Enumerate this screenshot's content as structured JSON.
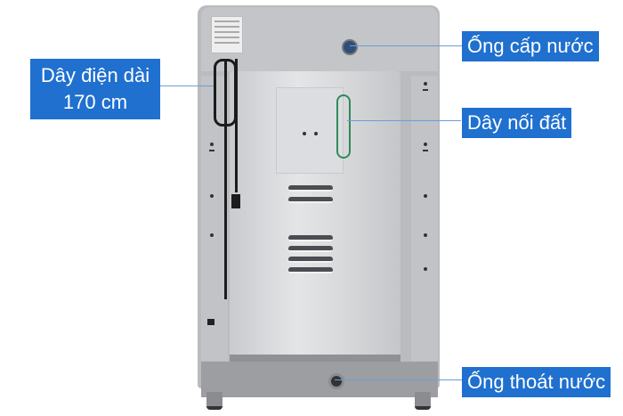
{
  "image": {
    "subject": "Rear view of top-load washing machine with callouts",
    "colors": {
      "label_bg": "#1f70cf",
      "label_text": "#ffffff",
      "leader_line": "#6a9fd6",
      "cabinet": "#b9bbbe"
    }
  },
  "callouts": [
    {
      "id": "power-cord",
      "line1": "Dây điện dài",
      "line2": "170 cm"
    },
    {
      "id": "water-inlet",
      "text": "Ống cấp nước"
    },
    {
      "id": "ground-wire",
      "text": "Dây nối đất"
    },
    {
      "id": "drain-hose",
      "text": "Ống thoát nước"
    }
  ]
}
